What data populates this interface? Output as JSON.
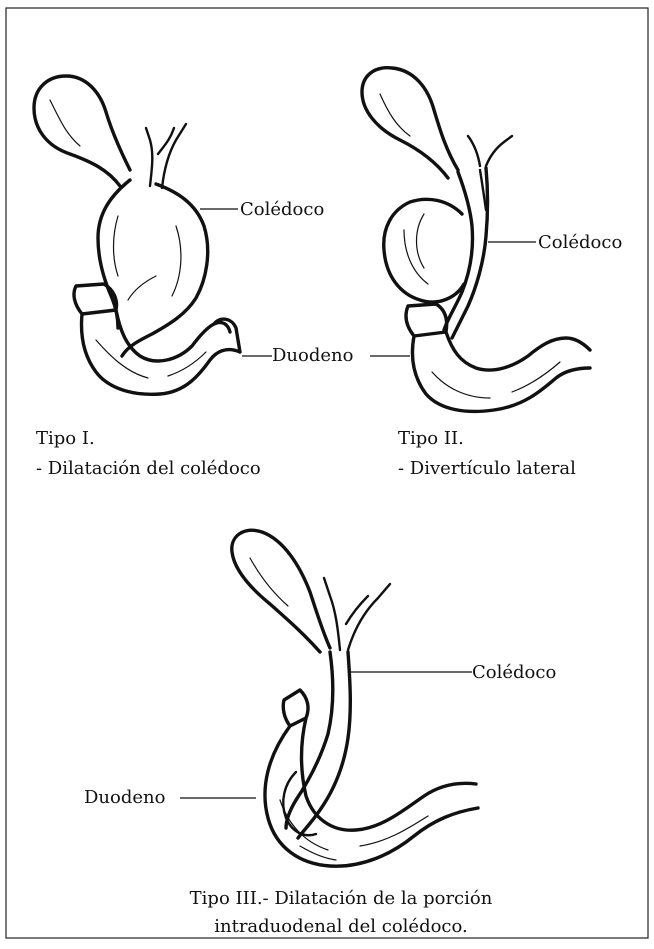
{
  "figure": {
    "type1": {
      "colédoco_label": "Colédoco",
      "duodeno_label": "Duodeno",
      "caption_line1": "Tipo I.",
      "caption_line2": "- Dilatación del colédoco"
    },
    "type2": {
      "colédoco_label": "Colédoco",
      "caption_line1": "Tipo II.",
      "caption_line2": "- Divertículo lateral"
    },
    "type3": {
      "colédoco_label": "Colédoco",
      "duodeno_label": "Duodeno",
      "caption_line1": "Tipo III.- Dilatación de la porción",
      "caption_line2": "intraduodenal del colédoco."
    }
  }
}
